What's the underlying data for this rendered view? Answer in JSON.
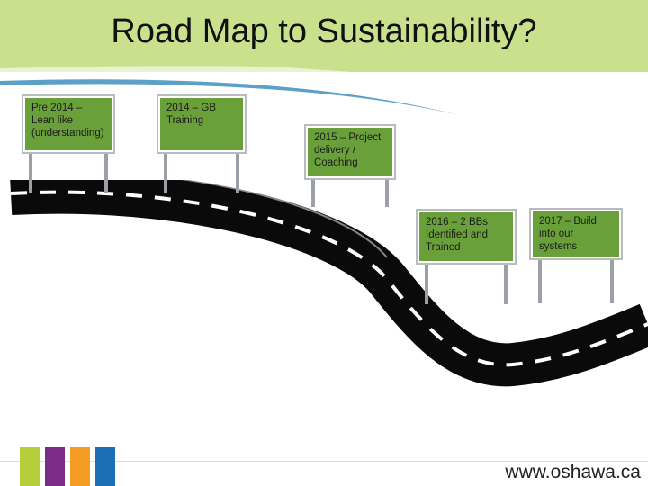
{
  "title": "Road Map to Sustainability?",
  "signs": [
    {
      "text": "Pre 2014 – Lean like (understanding)"
    },
    {
      "text": "2014 – GB Training"
    },
    {
      "text": "2015 – Project delivery / Coaching"
    },
    {
      "text": "2016 – 2 BBs Identified and Trained"
    },
    {
      "text": "2017 – Build into our systems"
    }
  ],
  "footer": {
    "url": "www.oshawa.ca"
  },
  "colors": {
    "header_bg": "#c9e08d",
    "sign_green": "#6aa03a",
    "bar_colors": [
      "#b5cf3b",
      "#7b2c87",
      "#f39c23",
      "#1d6fb5"
    ]
  }
}
